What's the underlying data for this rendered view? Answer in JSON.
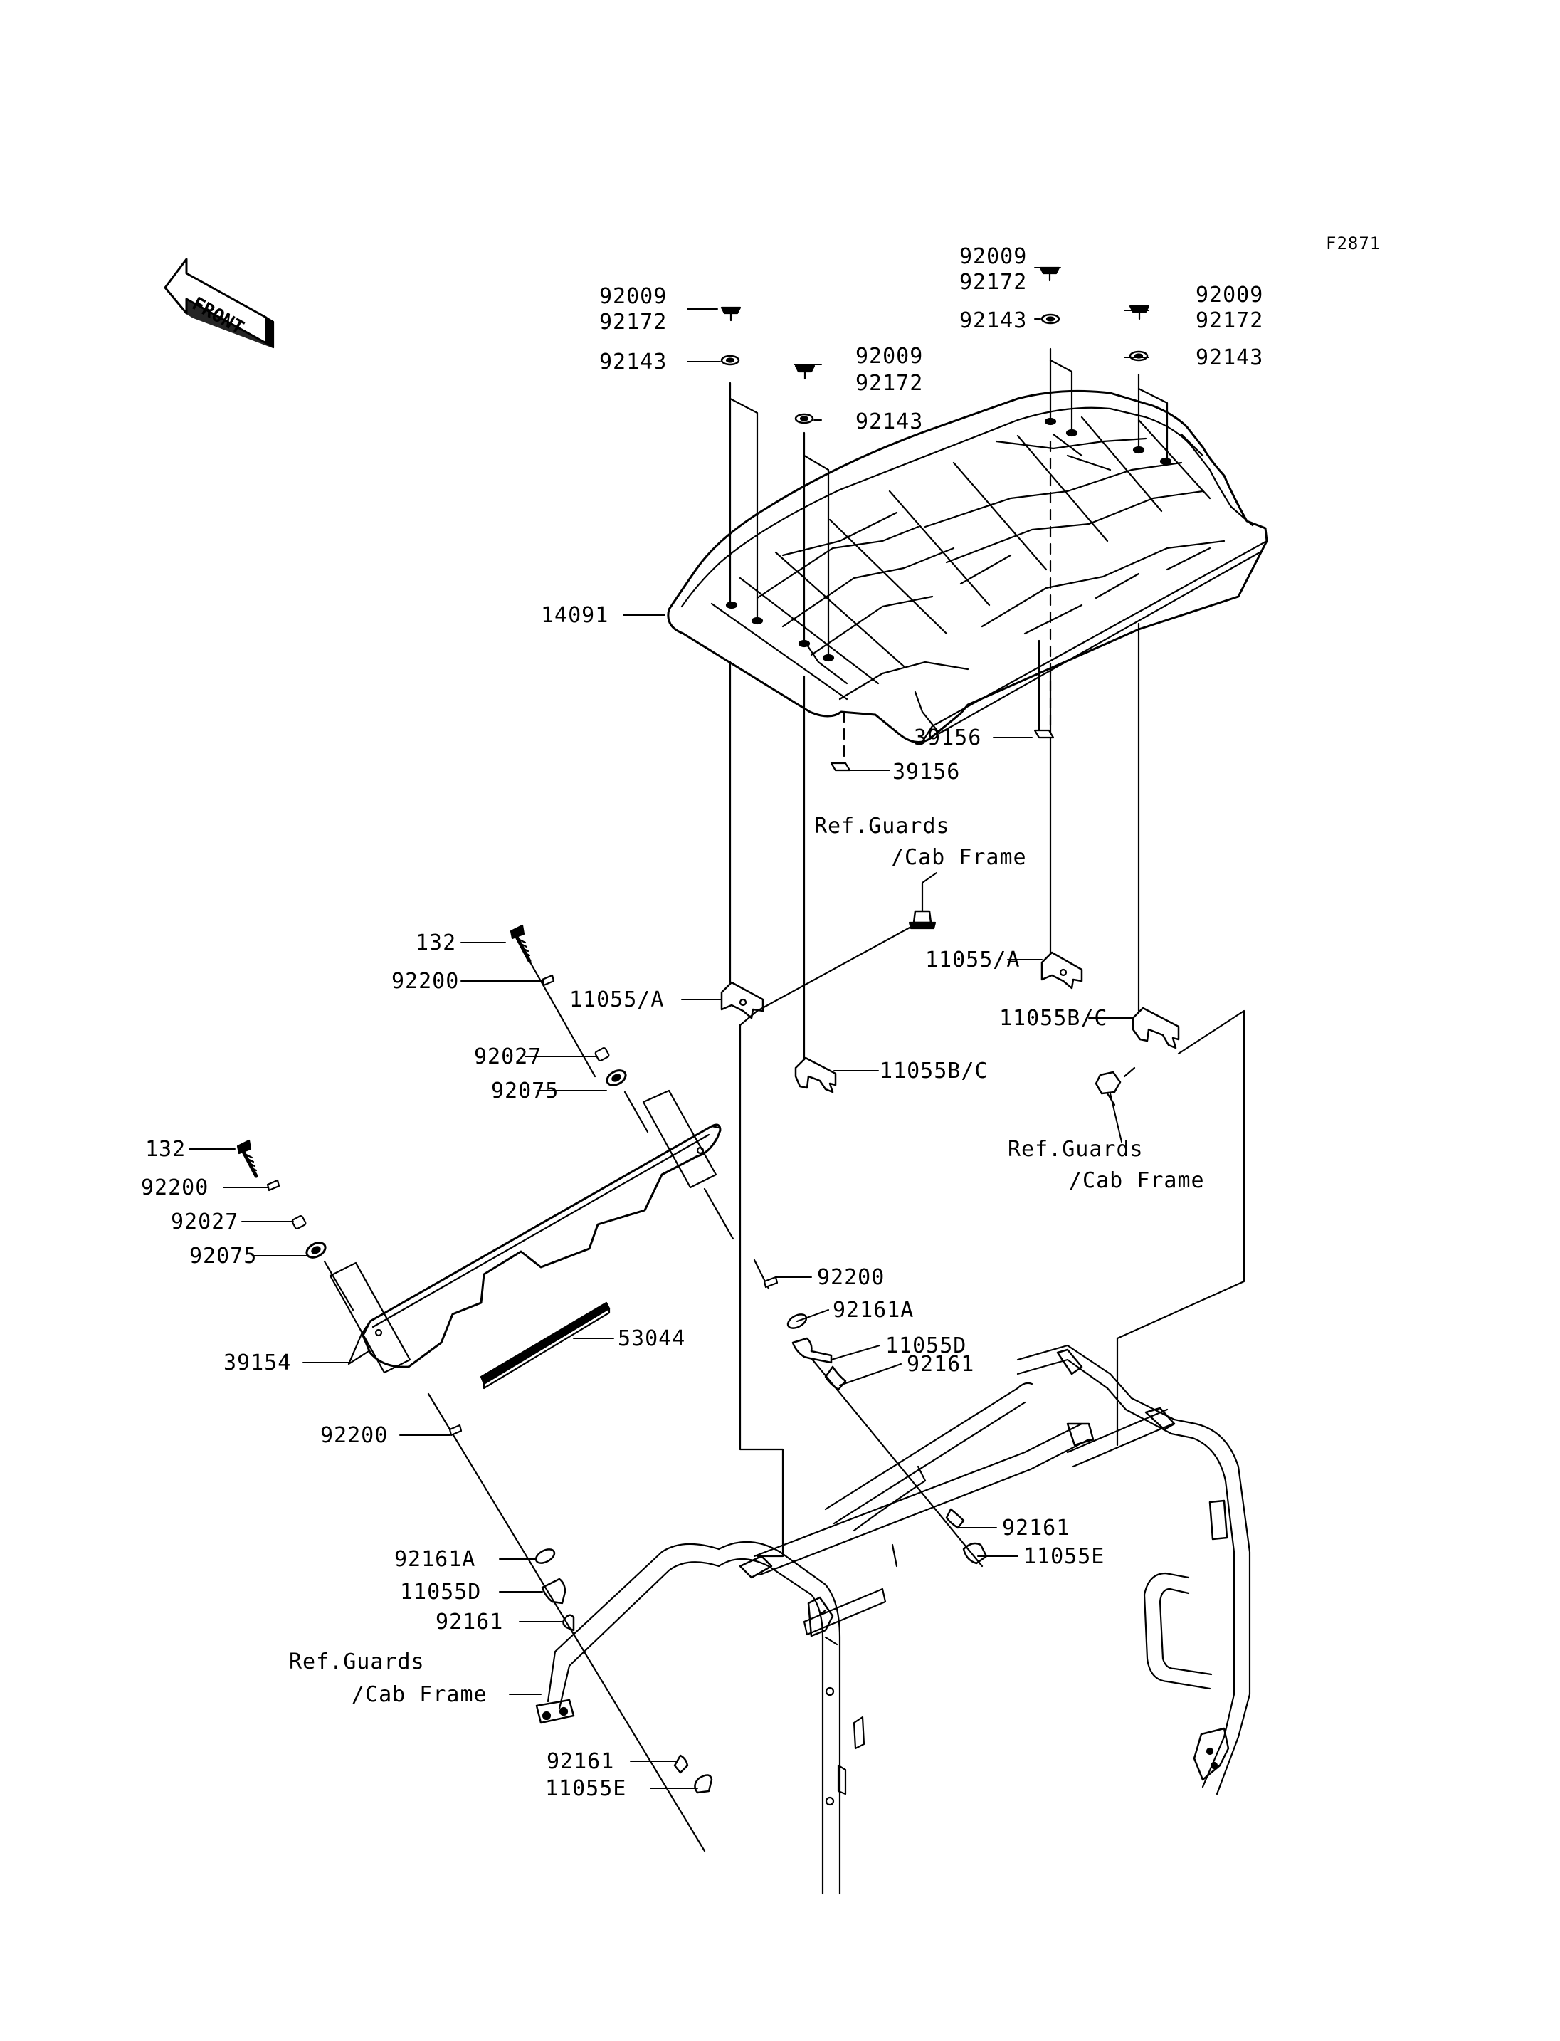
{
  "figure_code": "F2871",
  "front_arrow": {
    "text": "FRONT",
    "icon": "front-arrow-icon"
  },
  "callouts": {
    "c1_a": "92009",
    "c1_b": "92172",
    "c1_c": "92143",
    "c2_a": "92009",
    "c2_b": "92172",
    "c2_c": "92143",
    "c3_a": "92009",
    "c3_b": "92172",
    "c3_c": "92143",
    "c4_a": "92009",
    "c4_b": "92172",
    "c4_c": "92143",
    "roof": "14091",
    "bump_r": "39156",
    "bump_l": "39156",
    "ref1_a": "Ref.Guards",
    "ref1_b": "/Cab Frame",
    "clamp_r_a": "11055/A",
    "clamp_l_a": "11055/A",
    "clamp_r_bc": "11055B/C",
    "clamp_m_bc": "11055B/C",
    "ref2_a": "Ref.Guards",
    "ref2_b": "/Cab Frame",
    "bolt_top": "132",
    "washer_top": "92200",
    "collar_top": "92027",
    "grommet_top": "92075",
    "bolt_bot": "132",
    "washer_bot": "92200",
    "collar_bot": "92027",
    "grommet_bot": "92075",
    "visor": "39154",
    "seal": "53044",
    "washer_mid": "92200",
    "w_r": "92200",
    "p_r": "92161A",
    "cl_r": "11055D",
    "s_r": "92161",
    "s_r2": "92161",
    "cl_r2": "11055E",
    "p_l": "92161A",
    "cl_l": "11055D",
    "s_l": "92161",
    "ref3_a": "Ref.Guards",
    "ref3_b": "/Cab Frame",
    "s_l2": "92161",
    "cl_l2": "11055E"
  }
}
